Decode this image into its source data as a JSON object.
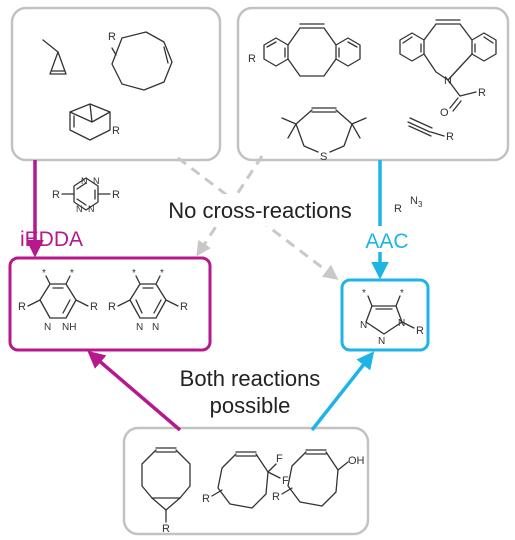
{
  "colors": {
    "iedda": "#b5198c",
    "aac": "#1fb4e6",
    "box_border": "#c2c2c2",
    "dashed": "#c8c8c8",
    "ink": "#333333"
  },
  "labels": {
    "no_cross": "No cross-reactions",
    "iedda": "iEDDA",
    "aac": "AAC",
    "both_line1": "Both reactions",
    "both_line2": "possible"
  },
  "atoms": {
    "R": "R",
    "N": "N",
    "NH": "NH",
    "O": "O",
    "S": "S",
    "F": "F",
    "OH": "OH",
    "N3": "N",
    "N3_sub": "3",
    "star": "*"
  },
  "icons": {
    "top_left_box": "dienophile-box",
    "top_right_box": "dipolarophile-box",
    "bottom_box": "dual-reactive-alkyne-box"
  }
}
